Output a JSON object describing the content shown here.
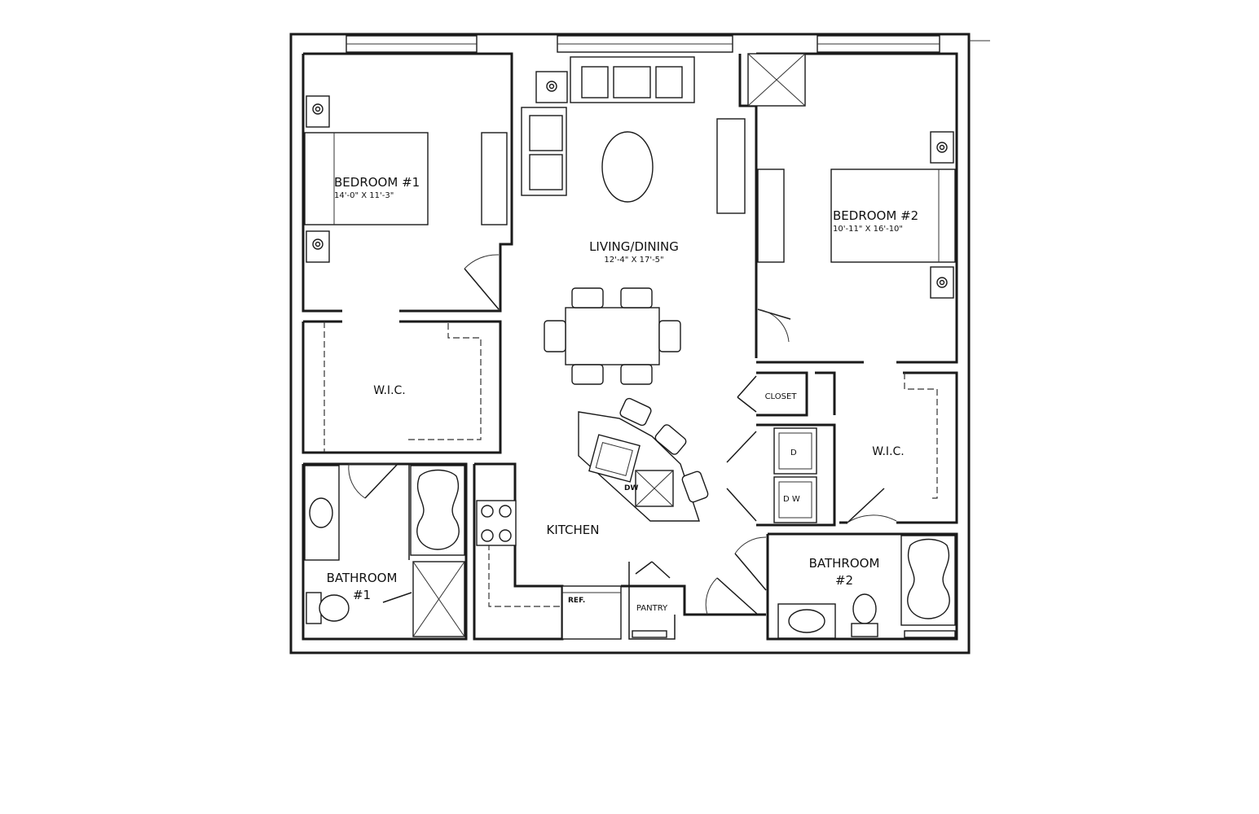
{
  "rooms": {
    "bedroom1": {
      "name": "BEDROOM #1",
      "dims": "14'-0\" X 11'-3\""
    },
    "bedroom2": {
      "name": "BEDROOM #2",
      "dims": "10'-11\" X 16'-10\""
    },
    "living": {
      "name": "LIVING/DINING",
      "dims": "12'-4\" X 17'-5\""
    },
    "wic1": {
      "name": "W.I.C."
    },
    "wic2": {
      "name": "W.I.C."
    },
    "kitchen": {
      "name": "KITCHEN"
    },
    "closet": {
      "name": "CLOSET"
    },
    "pantry": {
      "name": "PANTRY"
    },
    "bath1": {
      "line1": "BATHROOM",
      "line2": "#1"
    },
    "bath2": {
      "line1": "BATHROOM",
      "line2": "#2"
    }
  },
  "fixtures": {
    "refrigerator": "REF.",
    "dishwasher": "DW",
    "dryer": "D",
    "washer": "D W"
  }
}
